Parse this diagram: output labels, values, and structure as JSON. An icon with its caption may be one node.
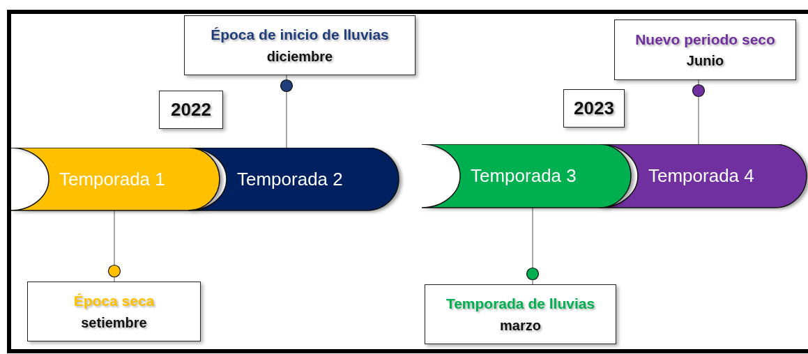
{
  "diagram": {
    "nodes": [
      {
        "text": [
          "Época de inicio de lluvias",
          "diciembre"
        ]
      },
      {
        "text": [
          "Nuevo periodo seco",
          "Junio"
        ]
      },
      {
        "text": [
          "2022"
        ]
      },
      {
        "text": [
          "2023"
        ]
      },
      {
        "text": [
          "Temporada 1"
        ]
      },
      {
        "text": [
          "Temporada 2"
        ]
      },
      {
        "text": [
          "Temporada 3"
        ]
      },
      {
        "text": [
          "Temporada 4"
        ]
      },
      {
        "text": [
          "Época seca",
          "setiembre"
        ]
      },
      {
        "text": [
          "Temporada de lluvias",
          "marzo"
        ]
      }
    ],
    "edges": [
      {
        "from": 0,
        "to": 5,
        "arrow": "other"
      },
      {
        "from": 1,
        "to": 7,
        "arrow": "other"
      },
      {
        "from": 8,
        "to": 4,
        "arrow": "other"
      },
      {
        "from": 9,
        "to": 6,
        "arrow": "other"
      }
    ]
  }
}
